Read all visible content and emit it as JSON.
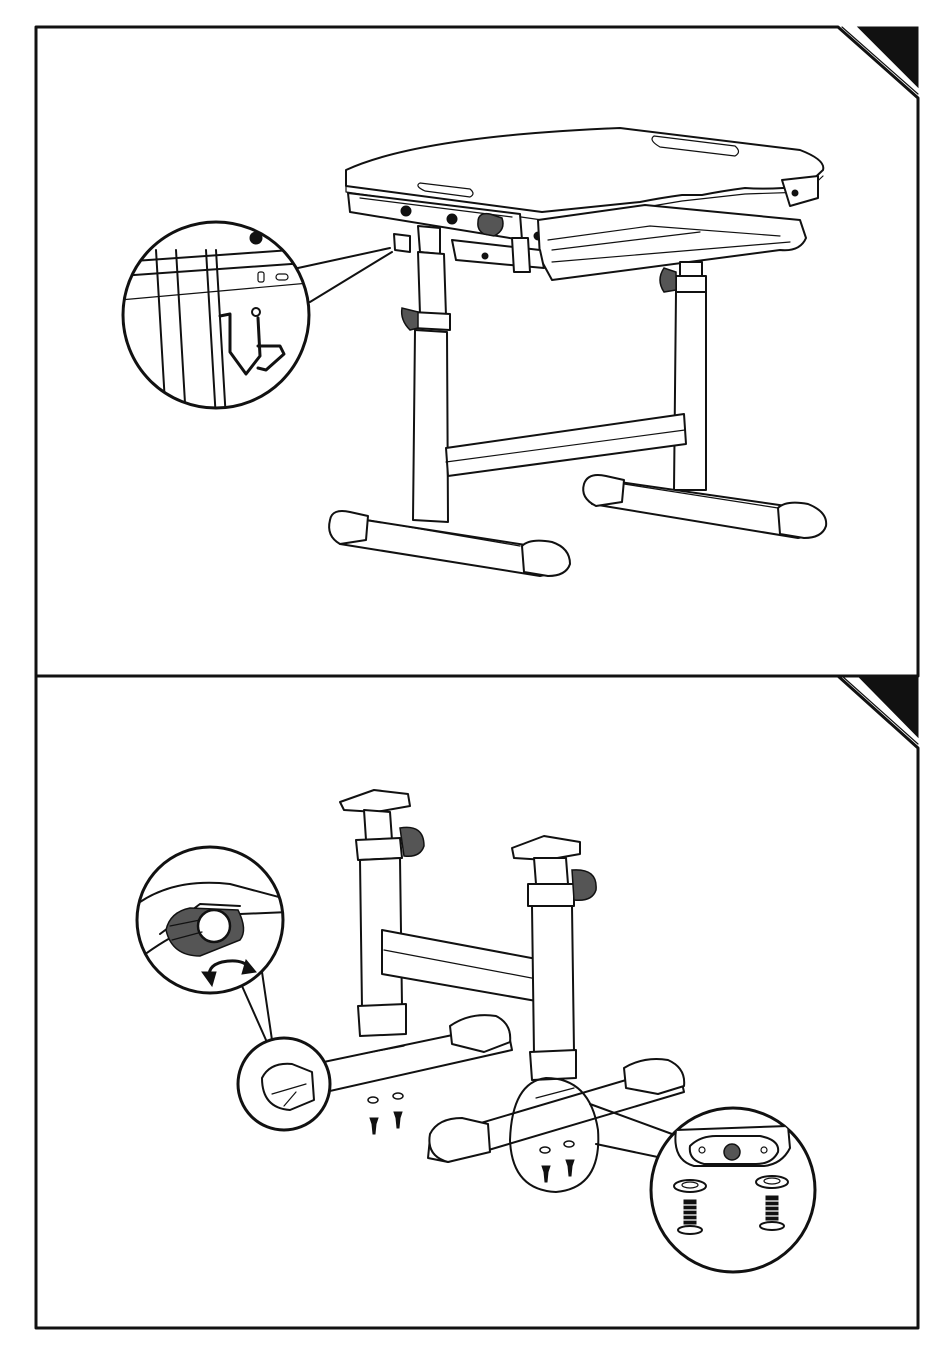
{
  "manual": {
    "colors": {
      "line": "#111111",
      "paper": "#ffffff",
      "corner": "#111111"
    },
    "panels": [
      {
        "id": "panel-top",
        "corner_icon": "step-corner-tab",
        "illustration": "assembled-desk-with-drawer",
        "detail": "hook-under-desktop-detail"
      },
      {
        "id": "panel-bottom",
        "corner_icon": "step-corner-tab",
        "illustration": "desk-frame-legs-and-feet",
        "details": [
          "leveling-foot-rotation-detail",
          "foot-screw-assembly-detail"
        ],
        "rotation_icon": "rotate-arrow-icon",
        "hardware": {
          "screws_per_foot": 2,
          "washers_per_foot": 2
        }
      }
    ]
  }
}
